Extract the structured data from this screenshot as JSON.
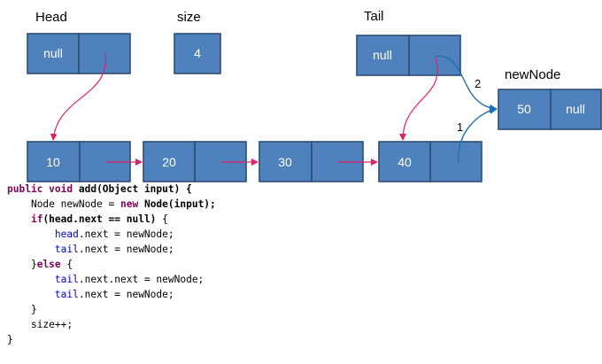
{
  "labels": {
    "head": "Head",
    "size": "size",
    "tail": "Tail",
    "new_node": "newNode"
  },
  "head_value": "null",
  "size_value": "4",
  "tail_value": "null",
  "list_values": [
    "10",
    "20",
    "30",
    "40"
  ],
  "new_node": {
    "value": "50",
    "next": "null"
  },
  "step_labels": {
    "first": "1",
    "second": "2"
  },
  "colors": {
    "node_fill": "#4f81bd",
    "node_border": "#2c4d75",
    "pointer": "#e0206a",
    "new_pointer": "#1f6fb5"
  },
  "code": {
    "line1": {
      "mod1": "public",
      "mod2": "void",
      "rest": " add(Object input) {"
    },
    "line2": {
      "pre": "Node newNode = ",
      "kw": "new",
      "post": " Node(input);"
    },
    "line3": {
      "kw": "if",
      "cond": "(head.next == null)",
      "post": " {"
    },
    "line4": {
      "field": "head",
      "post": ".next = newNode;"
    },
    "line5": {
      "field": "tail",
      "post": ".next = newNode;"
    },
    "line6": {
      "pre": "}",
      "kw": "else",
      "post": " {"
    },
    "line7": {
      "field": "tail",
      "post": ".next.next = newNode;"
    },
    "line8": {
      "field": "tail",
      "post": ".next = newNode;"
    },
    "line9": "}",
    "line10": "size++;",
    "line11": "}"
  }
}
